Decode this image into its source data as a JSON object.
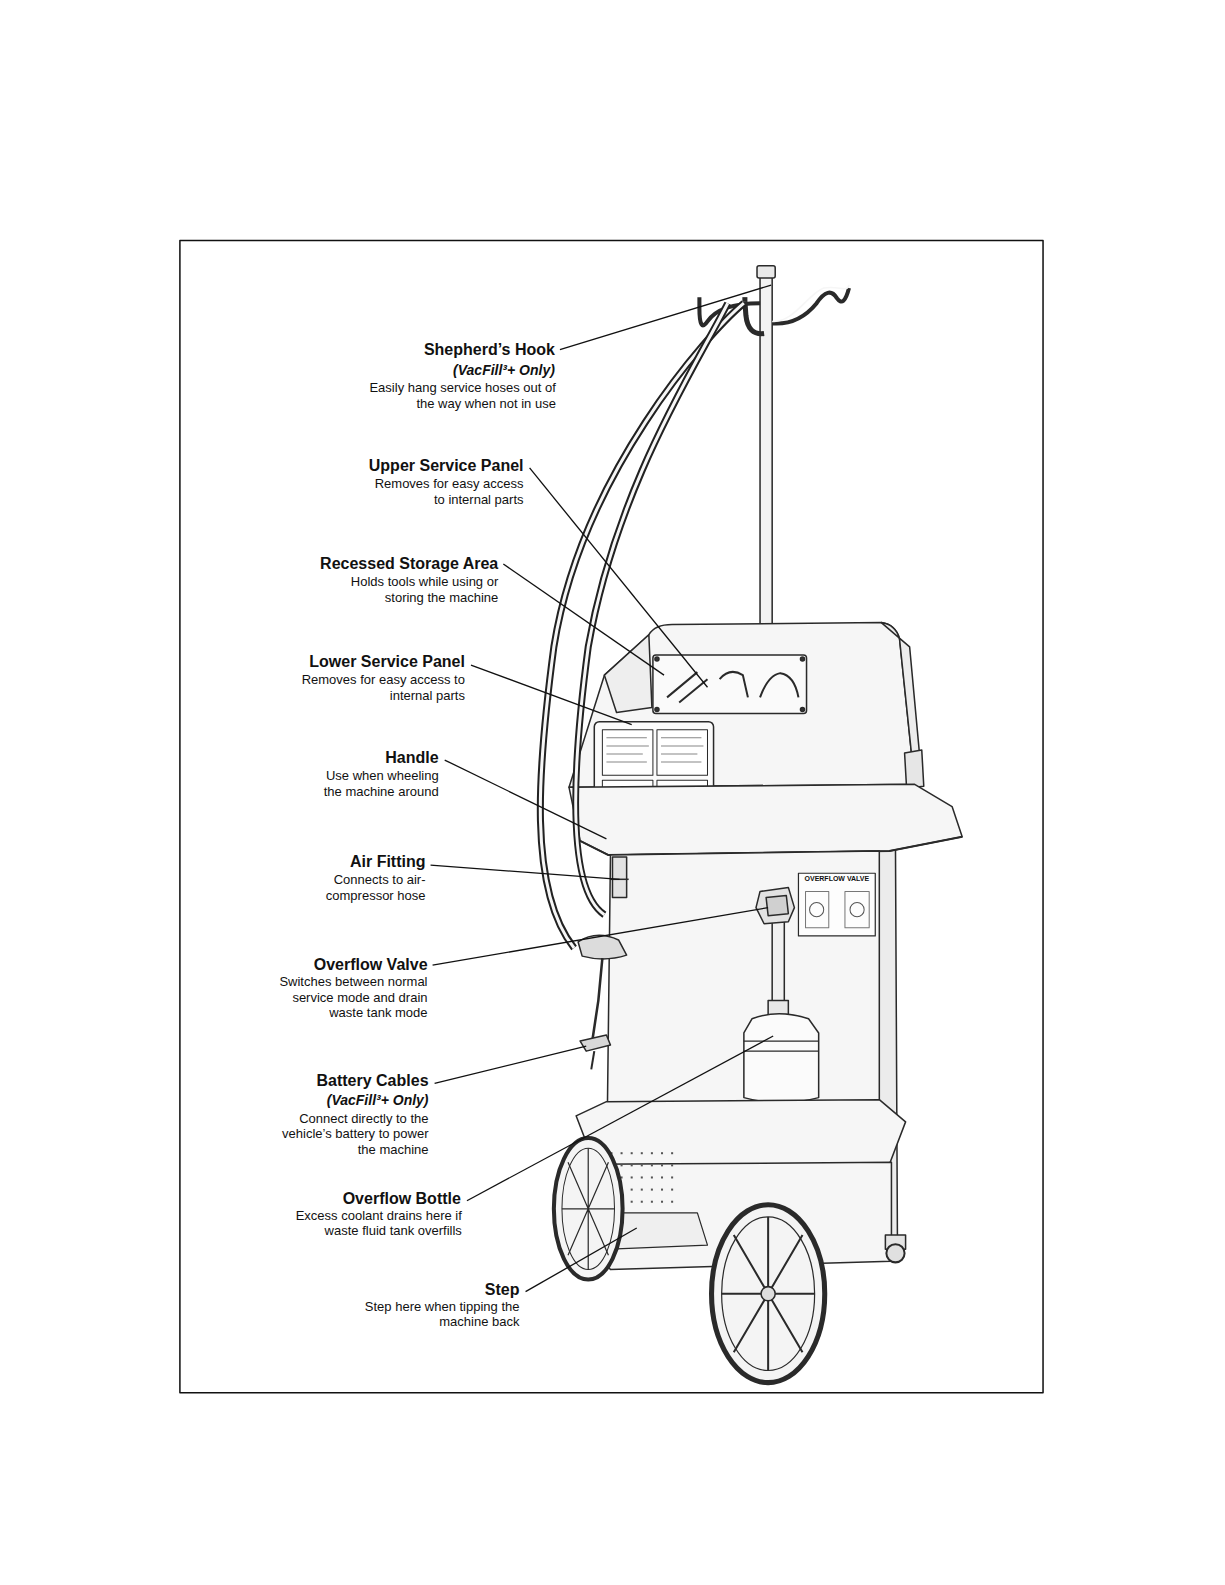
{
  "diagram": {
    "labels": [
      "Shepherd’s Hook",
      "(VacFill³+ Only)",
      "Easily hang service hoses out of the way when not in use",
      "Upper Service Panel",
      "Removes for easy access to internal parts",
      "Recessed Storage Area",
      "Holds tools while using or storing the machine",
      "Lower Service Panel",
      "Removes for easy access to internal parts",
      "Handle",
      "Use when wheeling the machine around",
      "Air Fitting",
      "Connects to air-compressor hose",
      "Overflow Valve",
      "Switches between normal service mode and drain waste tank mode",
      "Battery Cables",
      "(VacFill³+ Only)",
      "Connect directly to the vehicle’s battery to power the machine",
      "Overflow Bottle",
      "Excess coolant drains here if waste fluid tank overfills",
      "Step",
      "Step here when tipping the machine back",
      "OVERFLOW VALVE"
    ]
  }
}
